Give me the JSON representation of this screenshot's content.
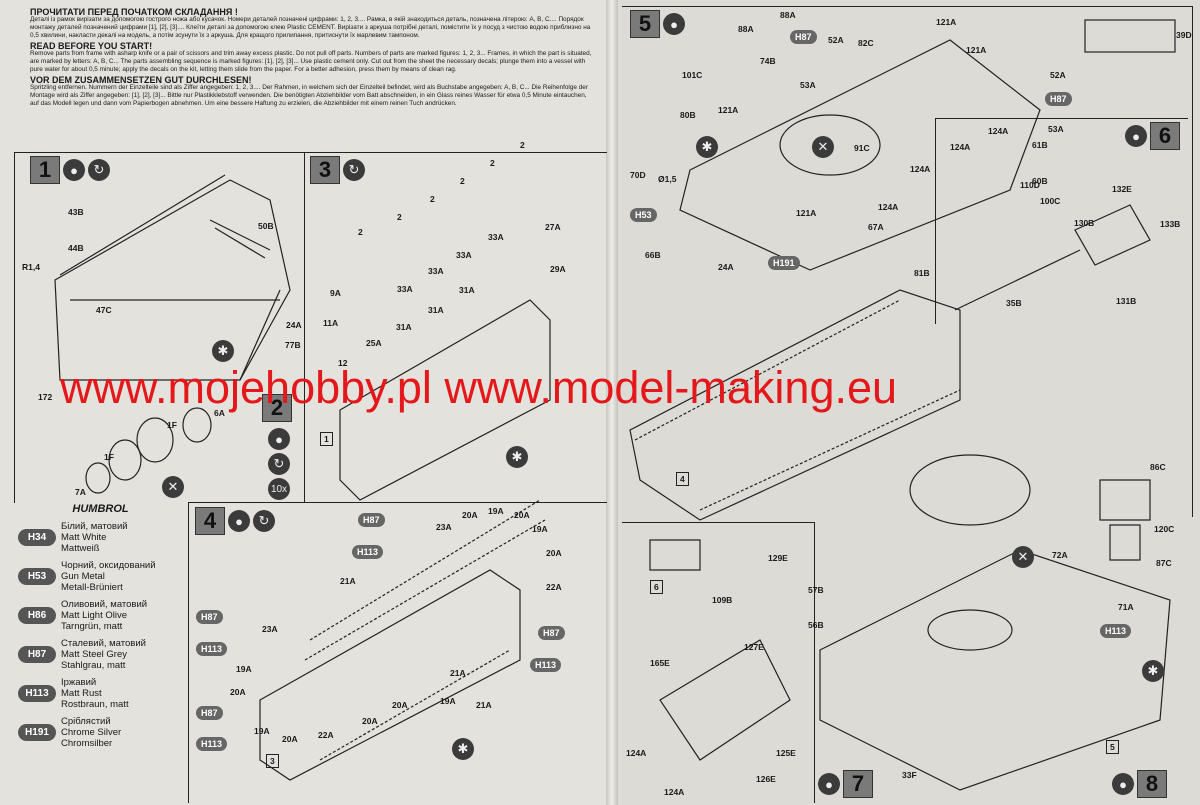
{
  "instructions": {
    "ua_heading": "ПРОЧИТАТИ ПЕРЕД ПОЧАТКОМ СКЛАДАННЯ !",
    "ua_text": "Деталі із рамок вирізати за допомогою гострого ножа або кусачок. Номери деталей позначені цифрами: 1, 2, 3.... Рамка, в якій знаходиться деталь, позначена літерою: A, B, C.... Порядок монтажу деталей позначений цифрами [1], [2], [3].... Клеїти деталі за допомогою клею Plastic CEMENT. Вирізати з аркуша потрібні деталі, помістити їх у посуд з чистою водою приблизно на 0,5 хвилини, накласти декалі на модель, а потім зсунути їх з аркуша. Для кращого прилипання, притиснути їх марлевим тампоном.",
    "en_heading": "READ BEFORE YOU START!",
    "en_text": "Remove parts from frame with asharp knife or a pair of scissors and trim away excess plastic. Do not pull off parts. Numbers of parts are marked figures: 1, 2, 3... Frames, in which the part is situated, are marked by letters: A, B, C... The parts assembling sequence is marked figures: [1], [2], [3]... Use plastic cement only. Cut out from the sheet the necessary decals; plunge them into a vessel with pure water for about 0,5 minute; apply the decals on the kit, letting them slide from the paper. For a better adhesion, press them by means of clean rag.",
    "de_heading": "VOR DEM ZUSAMMENSETZEN GUT DURCHLESEN!",
    "de_text": "Spritzling entfernen. Nummern der Einzelteile sind als Ziffer angegeben: 1, 2, 3.... Der Rahmen, in welchem sich der Einzelteil befindet, wird als Buchstabe angegeben: A, B, C... Die Reihenfolge der Montage wird als Ziffer angegeben: [1], [2], [3]... Bittle nur Plastikklebstoff verwenden. Die benötigten Abziehbilder vom Batt abschneiden, in ein Glass reines Wasser für etwa 0,5 Minute eintauchen, auf das Modell legen und dann vom Papierbogen abnehmen. Um eine bessere Haftung zu erzielen, die Abziehbilder mit einem reinen Tuch andrücken."
  },
  "steps": [
    {
      "number": "1"
    },
    {
      "number": "2"
    },
    {
      "number": "3"
    },
    {
      "number": "4"
    },
    {
      "number": "5"
    },
    {
      "number": "6"
    },
    {
      "number": "7"
    },
    {
      "number": "8"
    }
  ],
  "step_refs": {
    "s2_qty": "10x",
    "ref1": "1",
    "ref3": "3",
    "ref4": "4",
    "ref5": "5",
    "ref6": "6"
  },
  "labels": {
    "s1": [
      "43B",
      "44B",
      "50B",
      "R1,4",
      "47C",
      "24A",
      "77B",
      "172"
    ],
    "s2": [
      "6A",
      "1F",
      "1F",
      "7A"
    ],
    "s3": [
      "2",
      "2",
      "2",
      "2",
      "2",
      "2",
      "27A",
      "29A",
      "33A",
      "33A",
      "33A",
      "33A",
      "31A",
      "31A",
      "31A",
      "9A",
      "11A",
      "25A",
      "12"
    ],
    "s4": [
      "23A",
      "20A",
      "19A",
      "20A",
      "19A",
      "21A",
      "20A",
      "22A",
      "23A",
      "19A",
      "20A",
      "19A",
      "20A",
      "21A",
      "20A",
      "22A",
      "21A",
      "19A",
      "20A"
    ],
    "s5": [
      "88A",
      "88A",
      "74B",
      "52A",
      "82C",
      "121A",
      "121A",
      "101C",
      "53A",
      "52A",
      "80B",
      "121A",
      "124A",
      "124A",
      "53A",
      "91C",
      "124A",
      "110D",
      "70D",
      "Ø1,5",
      "121A",
      "67A",
      "124A",
      "100C",
      "66B",
      "24A",
      "81B",
      "39D"
    ],
    "s6": [
      "61B",
      "60B",
      "132E",
      "130B",
      "133B",
      "35B",
      "131B"
    ],
    "s7": [
      "129E",
      "109B",
      "57B",
      "56B",
      "127E",
      "165E",
      "124A",
      "125E",
      "126E",
      "124A"
    ],
    "s8": [
      "86C",
      "72A",
      "120C",
      "87C",
      "71A",
      "33F"
    ]
  },
  "pills": {
    "s4_a": "H87",
    "s4_a2": "H113",
    "s4_b": "H87",
    "s4_b2": "H113",
    "s4_c": "H87",
    "s4_c2": "H113",
    "s4_d": "H87",
    "s4_d2": "H113",
    "s5_a": "H87",
    "s5_b": "H87",
    "s5_c": "H53",
    "s5_d": "H191",
    "s8_a": "H113",
    "plus": "+"
  },
  "humbrol": {
    "title": "HUMBROL",
    "paints": [
      {
        "code": "H34",
        "ua": "Білий, матовий",
        "en": "Matt White",
        "de": "Mattweiß"
      },
      {
        "code": "H53",
        "ua": "Чорний, оксидований",
        "en": "Gun Metal",
        "de": "Metall-Brüniert"
      },
      {
        "code": "H86",
        "ua": "Оливовий, матовий",
        "en": "Matt Light Olive",
        "de": "Tarngrün, matt"
      },
      {
        "code": "H87",
        "ua": "Сталевий, матовий",
        "en": "Matt Steel Grey",
        "de": "Stahlgrau, matt"
      },
      {
        "code": "H113",
        "ua": "Іржавий",
        "en": "Matt Rust",
        "de": "Rostbraun, matt"
      },
      {
        "code": "H191",
        "ua": "Сріблястий",
        "en": "Chrome Silver",
        "de": "Chromsilber"
      }
    ]
  },
  "watermark": "www.mojehobby.pl www.model-making.eu",
  "colors": {
    "watermark": "#e4171b",
    "badge": "#7a7a7a",
    "paint_pill": "#555555",
    "line": "#222222"
  },
  "icons": [
    "glue-drop-icon",
    "rotate-icon",
    "remove-icon",
    "asterisk-icon"
  ]
}
